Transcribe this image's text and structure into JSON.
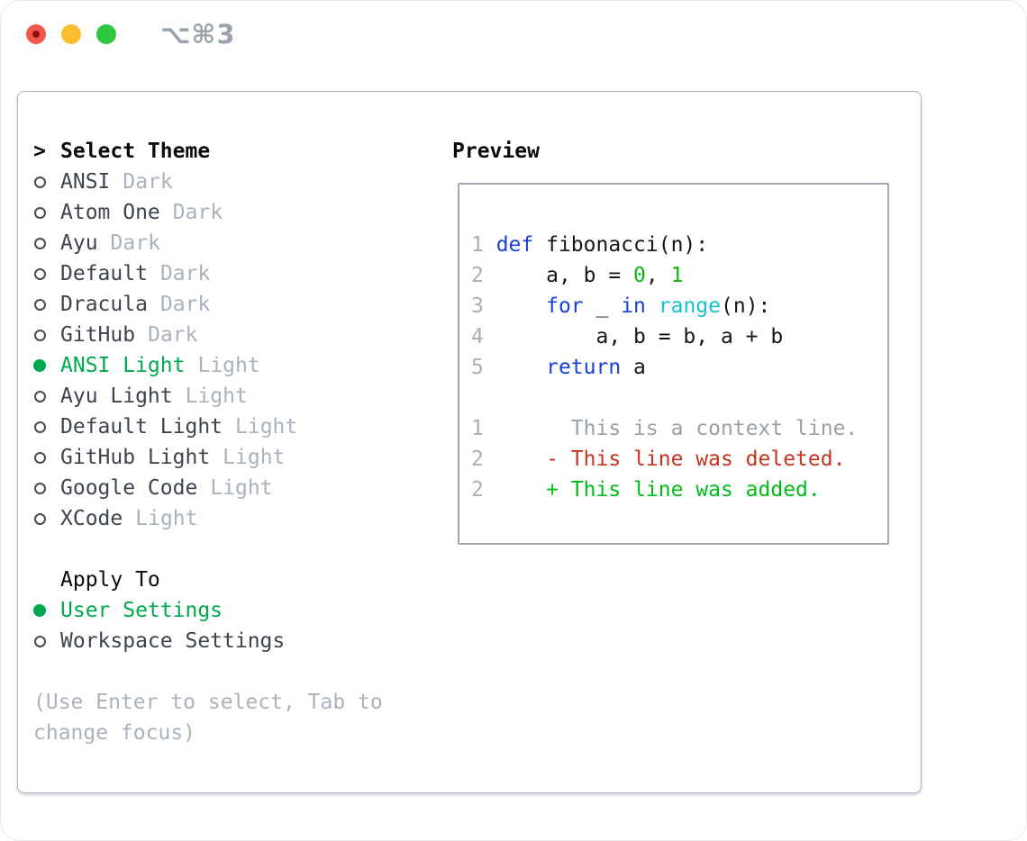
{
  "window": {
    "shortcut": "⌥⌘3"
  },
  "colors": {
    "accent_green": "#00a94e",
    "keyword_blue": "#1841d8",
    "builtin_cyan": "#14c3ce",
    "number_green": "#0db514",
    "added_green": "#00bd17",
    "deleted_red": "#c43420",
    "context_gray": "#9aa0a8",
    "muted_gray": "#a9b2bd"
  },
  "theme_picker": {
    "title_prefix": ">",
    "title": "Select Theme",
    "items": [
      {
        "name": "ANSI",
        "variant": "Dark",
        "selected": false
      },
      {
        "name": "Atom One",
        "variant": "Dark",
        "selected": false
      },
      {
        "name": "Ayu",
        "variant": "Dark",
        "selected": false
      },
      {
        "name": "Default",
        "variant": "Dark",
        "selected": false
      },
      {
        "name": "Dracula",
        "variant": "Dark",
        "selected": false
      },
      {
        "name": "GitHub",
        "variant": "Dark",
        "selected": false
      },
      {
        "name": "ANSI Light",
        "variant": "Light",
        "selected": true
      },
      {
        "name": "Ayu Light",
        "variant": "Light",
        "selected": false
      },
      {
        "name": "Default Light",
        "variant": "Light",
        "selected": false
      },
      {
        "name": "GitHub Light",
        "variant": "Light",
        "selected": false
      },
      {
        "name": "Google Code",
        "variant": "Light",
        "selected": false
      },
      {
        "name": "XCode",
        "variant": "Light",
        "selected": false
      }
    ]
  },
  "apply_to": {
    "title": "Apply To",
    "options": [
      {
        "label": "User Settings",
        "selected": true
      },
      {
        "label": "Workspace Settings",
        "selected": false
      }
    ]
  },
  "hint": "(Use Enter to select, Tab to change focus)",
  "preview": {
    "title": "Preview",
    "lines": [
      {
        "num": "1",
        "segments": [
          [
            "kw",
            "def"
          ],
          [
            "plain",
            " fibonacci(n):"
          ]
        ]
      },
      {
        "num": "2",
        "segments": [
          [
            "plain",
            "    a, b = "
          ],
          [
            "green",
            "0"
          ],
          [
            "plain",
            ", "
          ],
          [
            "green",
            "1"
          ]
        ]
      },
      {
        "num": "3",
        "segments": [
          [
            "plain",
            "    "
          ],
          [
            "kw",
            "for"
          ],
          [
            "plain",
            " _ "
          ],
          [
            "kw",
            "in"
          ],
          [
            "plain",
            " "
          ],
          [
            "cyan",
            "range"
          ],
          [
            "plain",
            "(n):"
          ]
        ]
      },
      {
        "num": "4",
        "segments": [
          [
            "plain",
            "        a, b = b, a + b"
          ]
        ]
      },
      {
        "num": "5",
        "segments": [
          [
            "plain",
            "    "
          ],
          [
            "kw",
            "return"
          ],
          [
            "plain",
            " a"
          ]
        ]
      },
      {
        "num": "",
        "segments": []
      },
      {
        "num": "1",
        "segments": [
          [
            "context",
            "      This is a context line."
          ]
        ]
      },
      {
        "num": "2",
        "segments": [
          [
            "deleted",
            "    - This line was deleted."
          ]
        ]
      },
      {
        "num": "2",
        "segments": [
          [
            "added",
            "    + This line was added."
          ]
        ]
      }
    ]
  }
}
